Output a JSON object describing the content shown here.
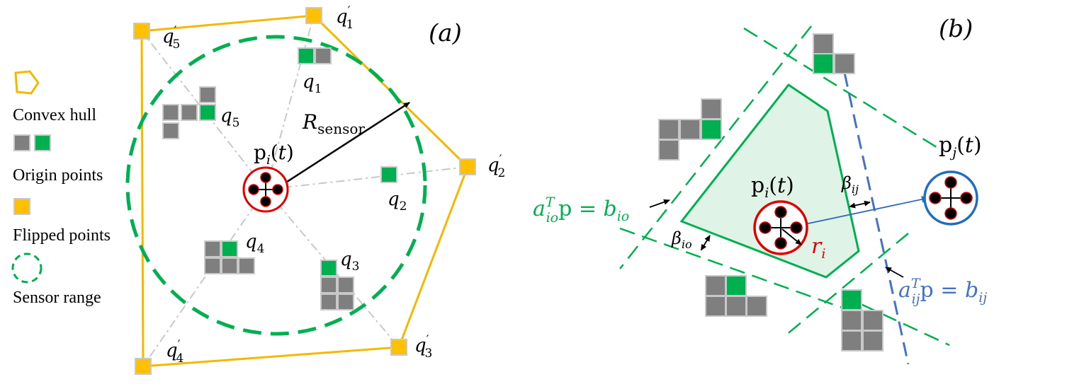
{
  "panel_a": {
    "label": "(a)",
    "robot_label": "p_i(t)",
    "radius_label": "R_sensor",
    "origin_labels": [
      "q_1",
      "q_2",
      "q_3",
      "q_4",
      "q_5"
    ],
    "flipped_labels": [
      "q'_1",
      "q'_2",
      "q'_3",
      "q'_4",
      "q'_5"
    ]
  },
  "legend": {
    "convex_hull": "Convex hull",
    "origin_points": "Origin points",
    "flipped_points": "Flipped points",
    "sensor_range": "Sensor range"
  },
  "panel_b": {
    "label": "(b)",
    "robot_i_label": "p_i(t)",
    "robot_j_label": "p_j(t)",
    "radius_label": "r_i",
    "beta_io": "β_io",
    "beta_ij": "β_ij",
    "obstacle_constraint": "a_io^T p = b_io",
    "robot_constraint": "a_ij^T p = b_ij"
  },
  "colors": {
    "hull": "#F5B800",
    "flipped_fill": "#FFC000",
    "sensor": "#00B050",
    "origin_green": "#00B050",
    "obstacle_gray": "#7F7F7F",
    "robot_i": "#E00000",
    "robot_j": "#1F6FC0",
    "robot_constraint": "#4472C4",
    "cell_fill": "#DFF3E6"
  }
}
